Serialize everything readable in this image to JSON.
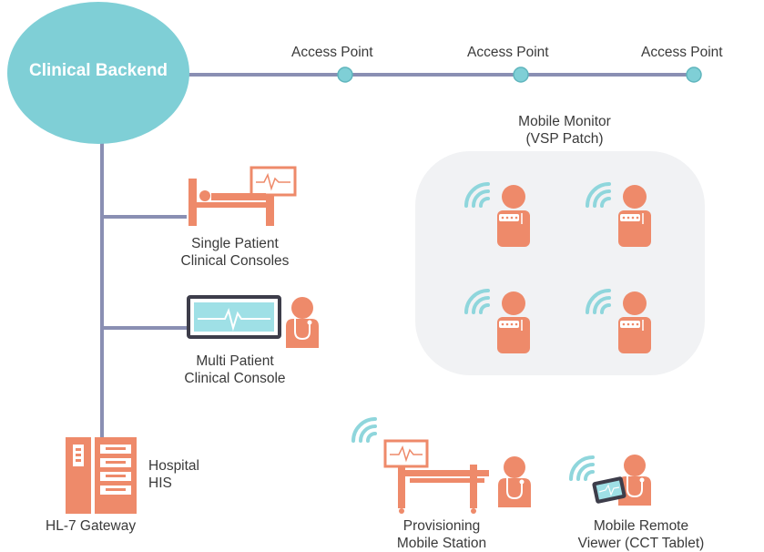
{
  "colors": {
    "line": "#8a8fb3",
    "backend": "#7fcfd6",
    "access_point": "#7fcfd6",
    "device": "#ee8a6a",
    "device_dark": "#c8613f",
    "screen": "#9fe0e6",
    "panel": "#f1f2f4",
    "wifi": "#8fd6dc"
  },
  "backend": {
    "label": "Clinical Backend"
  },
  "access_points": [
    "Access Point",
    "Access Point",
    "Access Point"
  ],
  "mobile_monitor": {
    "line1": "Mobile Monitor",
    "line2": "(VSP Patch)"
  },
  "single_patient": {
    "line1": "Single Patient",
    "line2": "Clinical Consoles"
  },
  "multi_patient": {
    "line1": "Multi Patient",
    "line2": "Clinical Console"
  },
  "hospital": {
    "line1": "Hospital",
    "line2": "HIS"
  },
  "gateway": {
    "label": "HL-7 Gateway"
  },
  "provisioning": {
    "line1": "Provisioning",
    "line2": "Mobile Station"
  },
  "remote_viewer": {
    "line1": "Mobile Remote",
    "line2": "Viewer (CCT Tablet)"
  },
  "icons": [
    "wifi-icon",
    "patient-icon",
    "bed-icon",
    "monitor-icon",
    "doctor-icon",
    "server-rack-icon",
    "tablet-icon"
  ]
}
